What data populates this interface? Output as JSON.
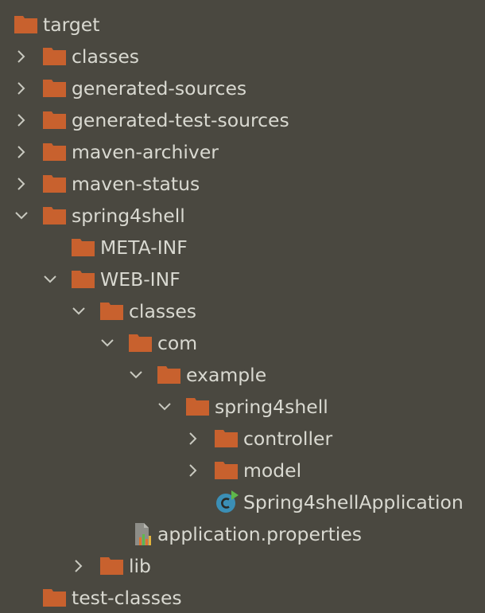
{
  "colors": {
    "background": "#4a4840",
    "folder": "#c8612e",
    "text": "#d9d9d1",
    "chevron": "#c9c9c0",
    "class_icon": "#3b8fb6",
    "run_badge": "#5fb84a"
  },
  "tree": {
    "clipped_top_text": "",
    "items": [
      {
        "label": "target",
        "icon": "folder-icon",
        "expanded": true
      },
      {
        "label": "classes",
        "icon": "folder-icon",
        "expanded": false
      },
      {
        "label": "generated-sources",
        "icon": "folder-icon",
        "expanded": false
      },
      {
        "label": "generated-test-sources",
        "icon": "folder-icon",
        "expanded": false
      },
      {
        "label": "maven-archiver",
        "icon": "folder-icon",
        "expanded": false
      },
      {
        "label": "maven-status",
        "icon": "folder-icon",
        "expanded": false
      },
      {
        "label": "spring4shell",
        "icon": "folder-icon",
        "expanded": true
      },
      {
        "label": "META-INF",
        "icon": "folder-icon"
      },
      {
        "label": "WEB-INF",
        "icon": "folder-icon",
        "expanded": true
      },
      {
        "label": "classes",
        "icon": "folder-icon",
        "expanded": true
      },
      {
        "label": "com",
        "icon": "folder-icon",
        "expanded": true
      },
      {
        "label": "example",
        "icon": "folder-icon",
        "expanded": true
      },
      {
        "label": "spring4shell",
        "icon": "folder-icon",
        "expanded": true
      },
      {
        "label": "controller",
        "icon": "folder-icon",
        "expanded": false
      },
      {
        "label": "model",
        "icon": "folder-icon",
        "expanded": false
      },
      {
        "label": "Spring4shellApplication",
        "icon": "java-class-icon"
      },
      {
        "label": "application.properties",
        "icon": "properties-file-icon"
      },
      {
        "label": "lib",
        "icon": "folder-icon",
        "expanded": false
      },
      {
        "label": "test-classes",
        "icon": "folder-icon"
      }
    ]
  }
}
